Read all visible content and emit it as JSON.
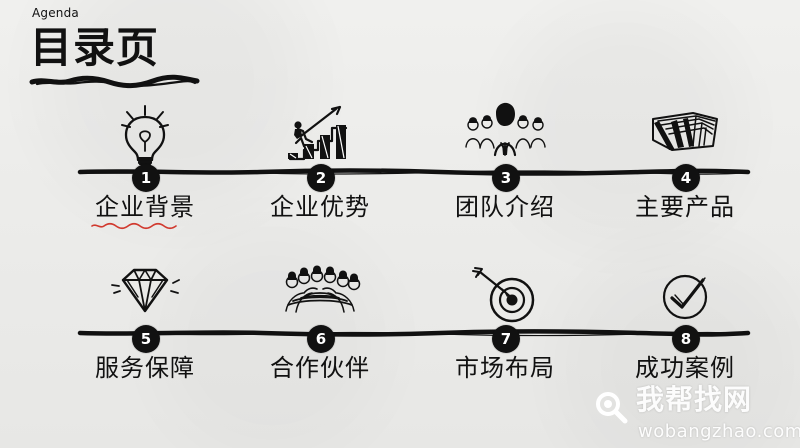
{
  "header": {
    "agenda_label": "Agenda",
    "title": "目录页"
  },
  "items": [
    {
      "number": "1",
      "label": "企业背景",
      "icon": "lightbulb-icon",
      "spelling_marked": true
    },
    {
      "number": "2",
      "label": "企业优势",
      "icon": "growth-chart-icon",
      "spelling_marked": false
    },
    {
      "number": "3",
      "label": "团队介绍",
      "icon": "team-icon",
      "spelling_marked": false
    },
    {
      "number": "4",
      "label": "主要产品",
      "icon": "documents-icon",
      "spelling_marked": false
    },
    {
      "number": "5",
      "label": "服务保障",
      "icon": "diamond-icon",
      "spelling_marked": false
    },
    {
      "number": "6",
      "label": "合作伙伴",
      "icon": "teamwork-icon",
      "spelling_marked": false
    },
    {
      "number": "7",
      "label": "市场布局",
      "icon": "target-icon",
      "spelling_marked": false
    },
    {
      "number": "8",
      "label": "成功案例",
      "icon": "checkmark-icon",
      "spelling_marked": false
    }
  ],
  "watermark": {
    "brand": "我帮找网",
    "url": "wobangzhao.com"
  },
  "colors": {
    "ink": "#111111",
    "paper": "#ececea",
    "spellcheck": "#d13a2f",
    "watermark": "#ffffff"
  }
}
